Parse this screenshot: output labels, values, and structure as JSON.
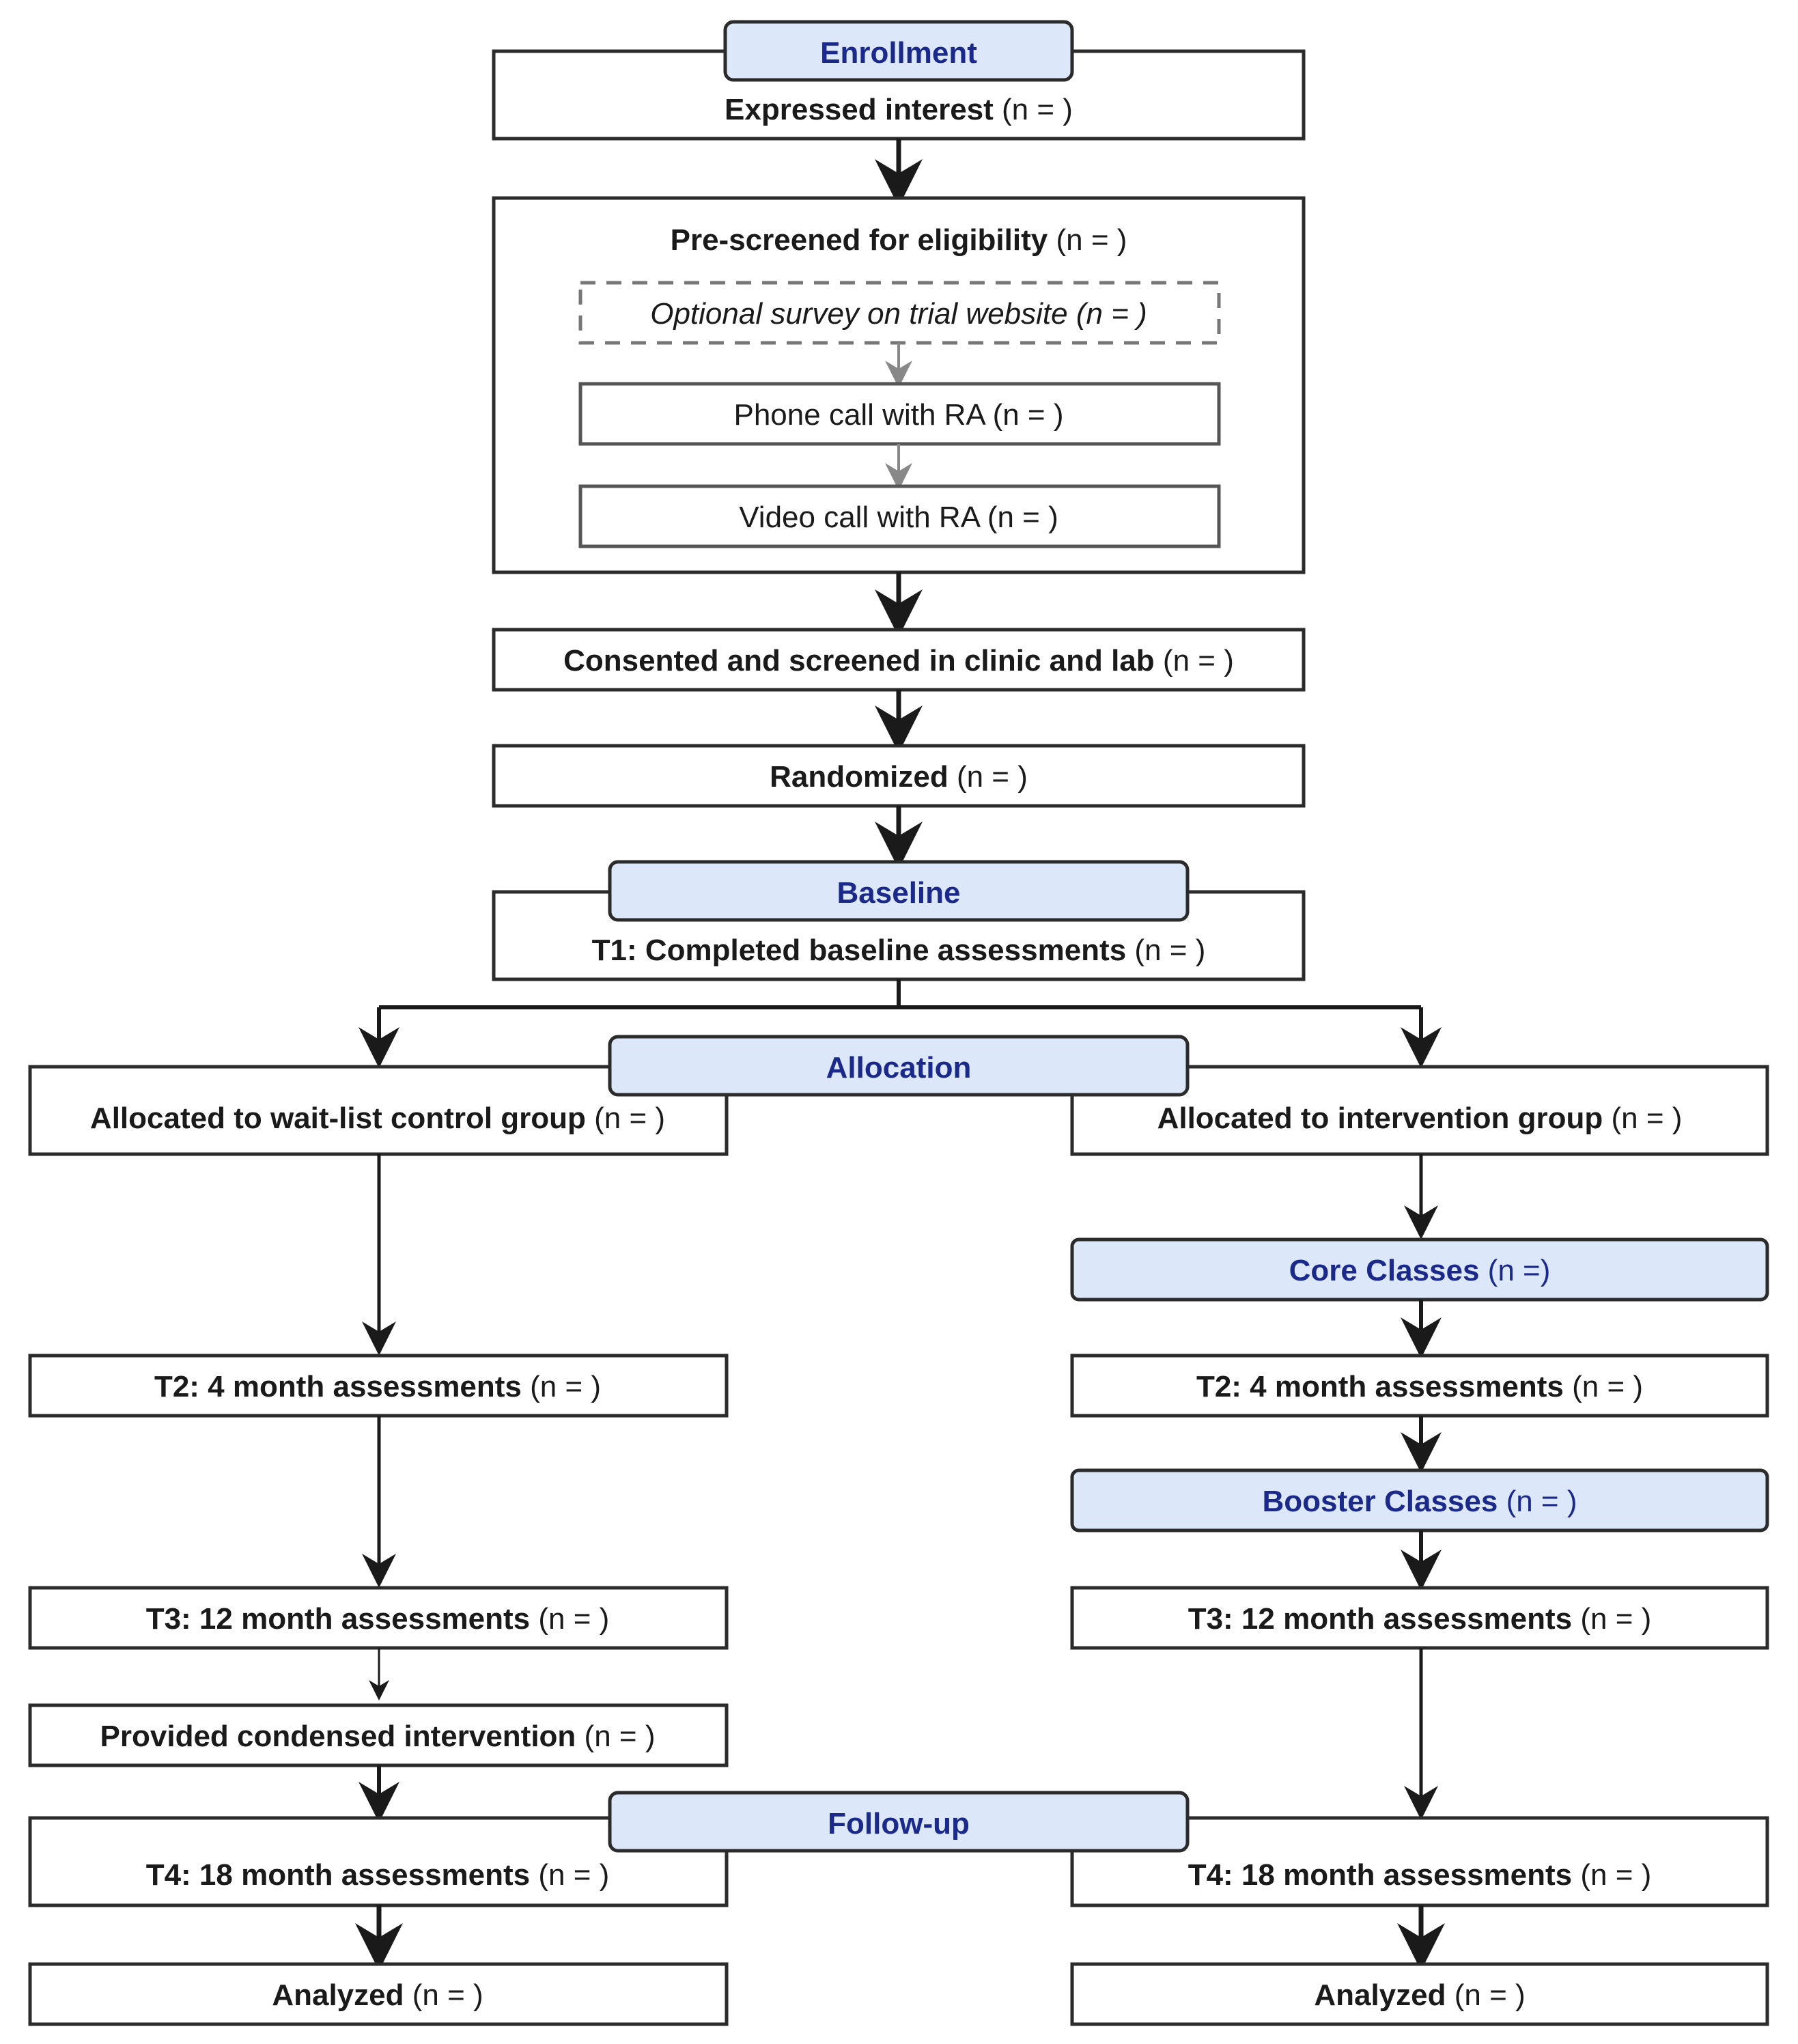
{
  "stages": {
    "enrollment": "Enrollment",
    "baseline": "Baseline",
    "allocation": "Allocation",
    "followup": "Follow-up"
  },
  "n_suffix": "(n = )",
  "enrollment": {
    "expressed_interest": "Expressed interest",
    "prescreened": "Pre-screened for eligibility",
    "optional_survey": "Optional survey on trial website (n = )",
    "phone_call": "Phone call with RA (n = )",
    "video_call": "Video call with RA (n = )",
    "consented": "Consented and screened in clinic and lab",
    "randomized": "Randomized"
  },
  "baseline": {
    "t1": "T1: Completed baseline assessments"
  },
  "control": {
    "allocated": "Allocated to wait-list control group",
    "t2": "T2: 4 month assessments",
    "t3": "T3: 12 month assessments",
    "condensed": "Provided condensed intervention",
    "t4": "T4: 18 month assessments",
    "analyzed": "Analyzed"
  },
  "intervention": {
    "allocated": "Allocated to intervention group",
    "core": "Core Classes",
    "core_n": "(n =)",
    "t2": "T2: 4 month assessments",
    "booster": "Booster Classes",
    "t3": "T3: 12 month assessments",
    "t4": "T4: 18 month assessments",
    "analyzed": "Analyzed"
  },
  "colors": {
    "stage_fill": "#dce8fa",
    "stage_text": "#1b2a8a",
    "border": "#2b2b2b",
    "dashed": "#777777",
    "arrow": "#1a1a1a"
  }
}
